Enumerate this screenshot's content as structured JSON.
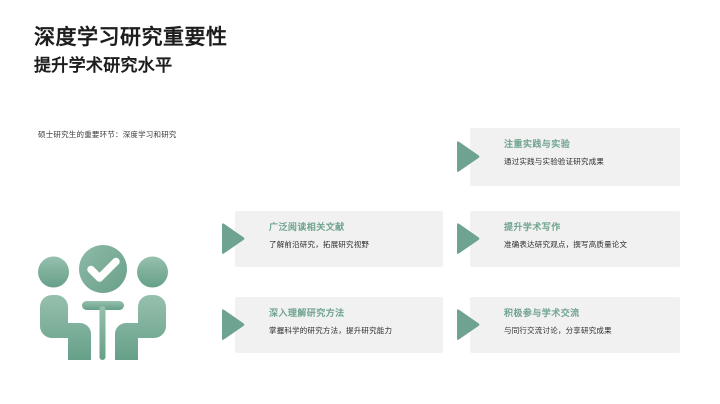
{
  "slide": {
    "background_color": "#ffffff",
    "accent_color": "#6fa38e",
    "arrow_color": "#6da390",
    "card_background": "#f1f1f1"
  },
  "header": {
    "title": "深度学习研究重要性",
    "subtitle": "提升学术研究水平"
  },
  "lead": {
    "text": "硕士研究生的重要环节：深度学习和研究"
  },
  "illustration": {
    "icon_name": "team-approval-illustration",
    "description": "两个人物与对勾圆形图标"
  },
  "cards": [
    {
      "title": "注重实践与实验",
      "desc": "通过实践与实验验证研究成果",
      "arrow_icon": "triangle-right-icon"
    },
    {
      "title": "广泛阅读相关文献",
      "desc": "了解前沿研究，拓展研究视野",
      "arrow_icon": "triangle-right-icon"
    },
    {
      "title": "提升学术写作",
      "desc": "准确表达研究观点，撰写高质量论文",
      "arrow_icon": "triangle-right-icon"
    },
    {
      "title": "深入理解研究方法",
      "desc": "掌握科学的研究方法，提升研究能力",
      "arrow_icon": "triangle-right-icon"
    },
    {
      "title": "积极参与学术交流",
      "desc": "与同行交流讨论，分享研究成果",
      "arrow_icon": "triangle-right-icon"
    }
  ]
}
